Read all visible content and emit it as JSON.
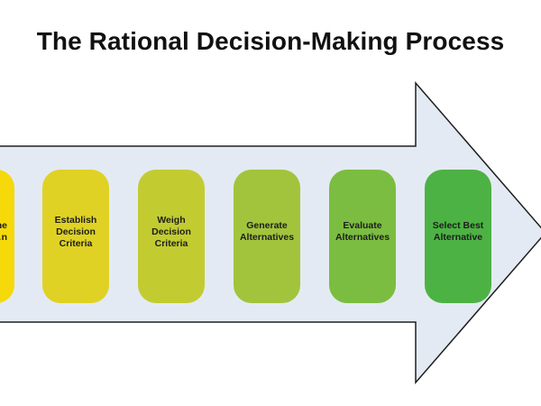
{
  "diagram": {
    "title": "The Rational Decision-Making Process",
    "colors": {
      "arrow_fill": "#e4eaf3",
      "arrow_stroke": "#1f1f1f"
    },
    "steps": [
      {
        "label": "…ne\n…n",
        "color": "#f5d90a"
      },
      {
        "label": "Establish\nDecision\nCriteria",
        "color": "#dfd224"
      },
      {
        "label": "Weigh\nDecision\nCriteria",
        "color": "#c2cc31"
      },
      {
        "label": "Generate\nAlternatives",
        "color": "#a1c43c"
      },
      {
        "label": "Evaluate\nAlternatives",
        "color": "#7bbd40"
      },
      {
        "label": "Select Best\nAlternative",
        "color": "#4db244"
      }
    ]
  }
}
